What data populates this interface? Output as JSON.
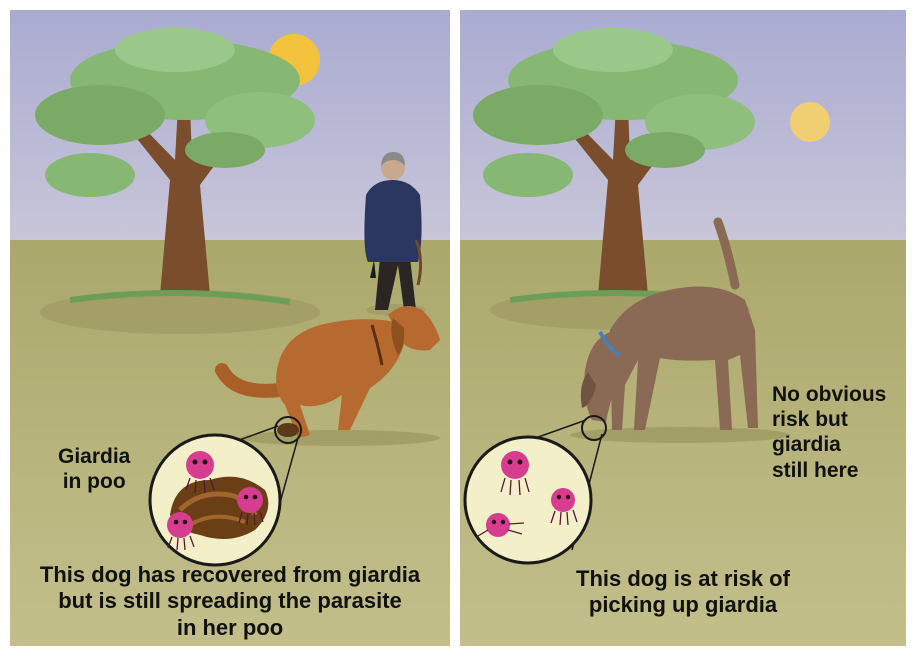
{
  "left_panel": {
    "inset_label": [
      "Giardia",
      "in poo"
    ],
    "caption": [
      "This dog has recovered from giardia",
      "but is still spreading the parasite",
      "in her poo"
    ]
  },
  "right_panel": {
    "side_note": [
      "No obvious",
      "risk but",
      "giardia",
      "still here"
    ],
    "caption": [
      "This dog is at risk of",
      "picking up giardia"
    ]
  },
  "colors": {
    "sky": "#b9b9d6",
    "ground": "#b7b37a",
    "sun": "#f3c33d",
    "tree_trunk": "#7a4e2d",
    "foliage": "#86b873",
    "left_dog": "#b66a2f",
    "right_dog": "#8a6a55",
    "parasite": "#d63d8f"
  }
}
